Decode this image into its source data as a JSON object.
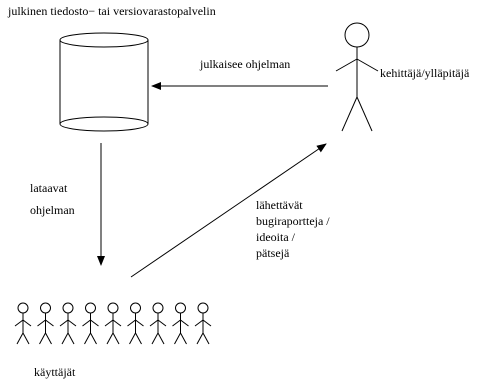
{
  "diagram": {
    "server_label": "julkinen tiedosto− tai versiovarastopalvelin",
    "developer_label": "kehittäjä/ylläpitäjä",
    "publish_arrow_label": "julkaisee ohjelman",
    "download_label_line1": "lataavat",
    "download_label_line2": "ohjelman",
    "feedback_label_line1": "lähettävät",
    "feedback_label_line2": "bugiraportteja /",
    "feedback_label_line3": "ideoita /",
    "feedback_label_line4": "pätsejä",
    "users_label": "käyttäjät",
    "user_figure_count": 9
  },
  "colors": {
    "stroke": "#000000",
    "background": "#ffffff"
  }
}
